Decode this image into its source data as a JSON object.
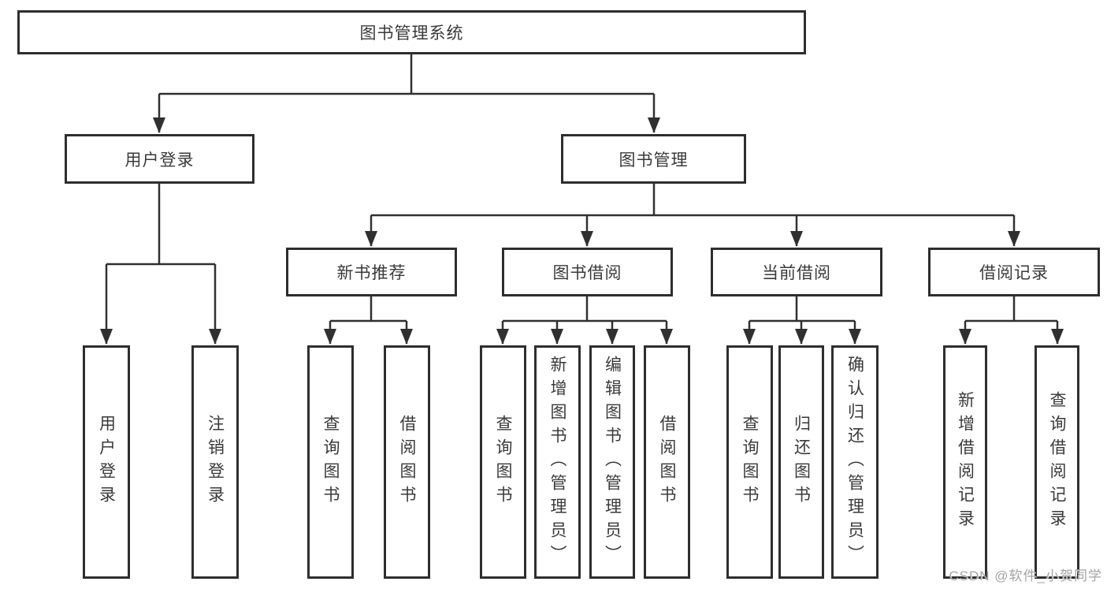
{
  "diagram": {
    "type": "tree",
    "title": "图书管理系统",
    "line_color": "#303030",
    "text_color": "#3a3a3a",
    "background": "#ffffff",
    "nodes": {
      "root": {
        "label": "图书管理系统"
      },
      "user_login": {
        "label": "用户登录"
      },
      "book_mgmt": {
        "label": "图书管理"
      },
      "new_book": {
        "label": "新书推荐"
      },
      "book_borrow": {
        "label": "图书借阅"
      },
      "current_borrow": {
        "label": "当前借阅"
      },
      "borrow_records": {
        "label": "借阅记录"
      }
    },
    "leaves": [
      {
        "label": "用户登录",
        "parent": "用户登录"
      },
      {
        "label": "注销登录",
        "parent": "用户登录"
      },
      {
        "label": "查询图书",
        "parent": "新书推荐"
      },
      {
        "label": "借阅图书",
        "parent": "新书推荐"
      },
      {
        "label": "查询图书",
        "parent": "图书借阅"
      },
      {
        "label": "新增图书（管理员）",
        "parent": "图书借阅"
      },
      {
        "label": "编辑图书（管理员）",
        "parent": "图书借阅"
      },
      {
        "label": "借阅图书",
        "parent": "图书借阅"
      },
      {
        "label": "查询图书",
        "parent": "当前借阅"
      },
      {
        "label": "归还图书",
        "parent": "当前借阅"
      },
      {
        "label": "确认归还（管理员）",
        "parent": "当前借阅"
      },
      {
        "label": "新增借阅记录",
        "parent": "借阅记录"
      },
      {
        "label": "查询借阅记录",
        "parent": "借阅记录"
      }
    ],
    "watermark": "CSDN @软件_小贺同学"
  }
}
